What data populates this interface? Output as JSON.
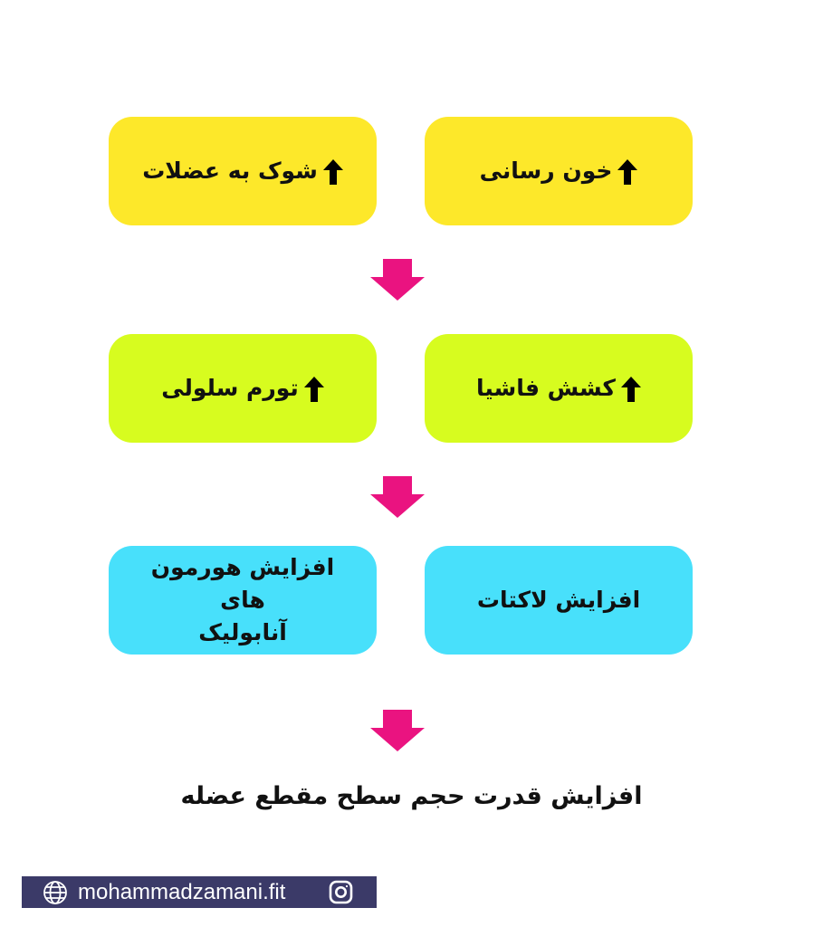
{
  "colors": {
    "row1": "#fde82a",
    "row2": "#d7fc1f",
    "row3": "#48e0fb",
    "arrow": "#ea1380",
    "footer_bg": "#3b3a68"
  },
  "boxes": {
    "row1_right": "خون رسانی",
    "row1_left": "شوک به عضلات",
    "row2_right": "کشش فاشیا",
    "row2_left": "تورم سلولی",
    "row3_right": "افزایش لاکتات",
    "row3_left_line1": "افزایش هورمون های",
    "row3_left_line2": "آنابولیک"
  },
  "icons": {
    "increase": "up-arrow-icon",
    "flow": "down-arrow-icon",
    "website": "globe-icon",
    "social": "instagram-icon"
  },
  "final_result": "افزایش قدرت حجم سطح مقطع عضله",
  "footer": {
    "website": "mohammadzamani.fit"
  }
}
